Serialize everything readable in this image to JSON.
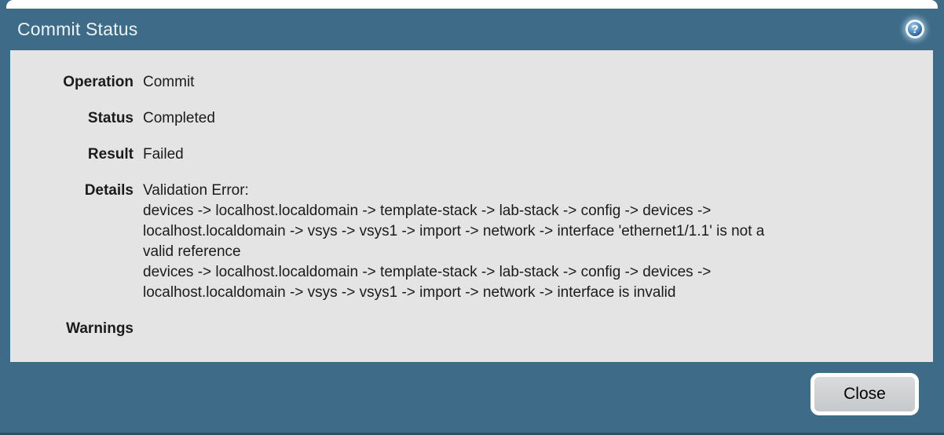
{
  "dialog": {
    "title": "Commit Status",
    "help_glyph": "?",
    "fields": {
      "operation": {
        "label": "Operation",
        "value": "Commit"
      },
      "status": {
        "label": "Status",
        "value": "Completed"
      },
      "result": {
        "label": "Result",
        "value": "Failed"
      },
      "details": {
        "label": "Details",
        "value": "Validation Error:\ndevices -> localhost.localdomain -> template-stack -> lab-stack -> config -> devices ->\nlocalhost.localdomain -> vsys -> vsys1 -> import -> network -> interface 'ethernet1/1.1' is not a\nvalid reference\ndevices -> localhost.localdomain -> template-stack -> lab-stack -> config -> devices ->\nlocalhost.localdomain -> vsys -> vsys1 -> import -> network -> interface is invalid"
      },
      "warnings": {
        "label": "Warnings",
        "value": ""
      }
    },
    "close_label": "Close"
  },
  "colors": {
    "titlebar": "#3e6b87",
    "panel": "#e4e4e4",
    "title_text": "#eef3f7",
    "body_text": "#1b1b1b",
    "button_face": "#cdd0d2",
    "bottom_edge": "#2f5063"
  }
}
